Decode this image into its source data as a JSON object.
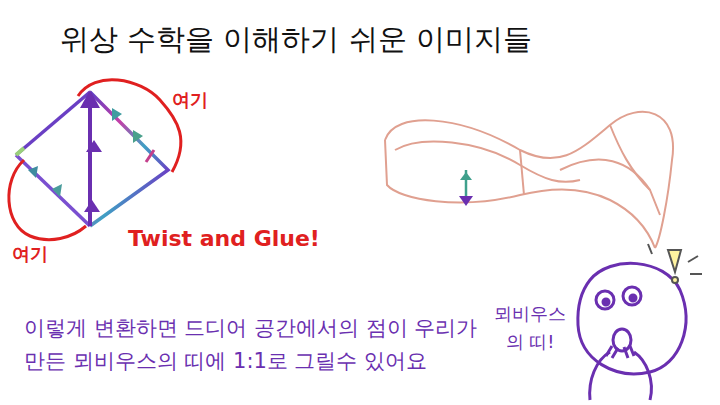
{
  "diagram": {
    "title": "위상 수학을 이해하기 쉬운 이미지들",
    "labels": [
      "여기",
      "여기",
      "Twist and Glue!",
      "이렇게 변환하면 드디어 공간에서의 점이 우리가 만든 뫼비우스의 띠에 1:1로 그릴수 있어요",
      "뫼비우스의 띠!"
    ]
  }
}
